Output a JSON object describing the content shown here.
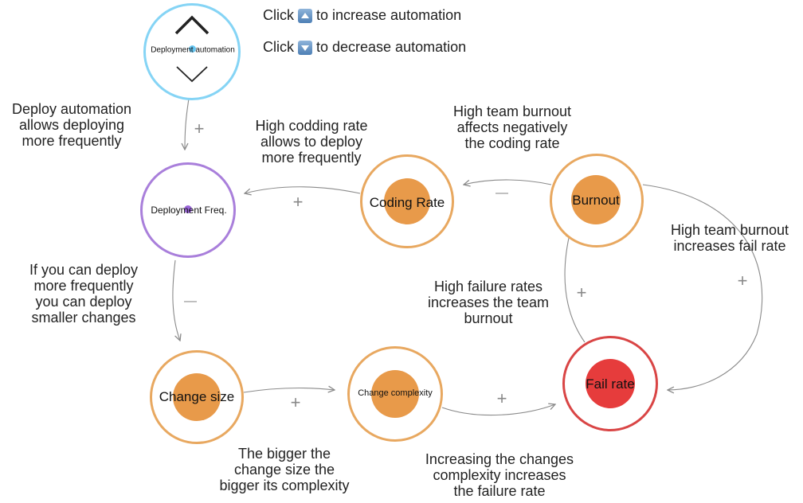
{
  "controls": {
    "increase_prefix": "Click",
    "increase_suffix": "to increase automation",
    "decrease_prefix": "Click",
    "decrease_suffix": "to decrease automation",
    "up_icon": "arrow-up-key-icon",
    "down_icon": "arrow-down-key-icon"
  },
  "nodes": {
    "automation": {
      "label": "Deployment automation",
      "color": "#85d4f5",
      "dot": "#66c6f2"
    },
    "deploy_freq": {
      "label": "Deployment Freq.",
      "color": "#a97fdb",
      "dot": "#9a66d9"
    },
    "coding_rate": {
      "label": "Coding Rate",
      "color": "#e8a860",
      "core": "#e89a4a"
    },
    "burnout": {
      "label": "Burnout",
      "color": "#e8a860",
      "core": "#e89a4a"
    },
    "change_size": {
      "label": "Change size",
      "color": "#e8a860",
      "core": "#e89a4a"
    },
    "change_complexity": {
      "label": "Change complexity",
      "color": "#e8a860",
      "core": "#e89a4a"
    },
    "fail_rate": {
      "label": "Fail rate",
      "color": "#d94545",
      "core": "#e63c3c"
    }
  },
  "notes": {
    "automation_freq": [
      "Deploy automation",
      "allows deploying",
      "more frequently"
    ],
    "coding_freq": [
      "High codding rate",
      "allows to deploy",
      "more frequently"
    ],
    "burnout_coding": [
      "High team burnout",
      "affects negatively",
      "the coding rate"
    ],
    "burnout_fail": [
      "High team burnout",
      "increases fail rate"
    ],
    "freq_size": [
      "If you can deploy",
      "more frequently",
      "you can deploy",
      "smaller changes"
    ],
    "fail_burnout": [
      "High failure rates",
      "increases the team",
      "burnout"
    ],
    "size_complexity": [
      "The bigger the",
      "change size the",
      "bigger its complexity"
    ],
    "complexity_fail": [
      "Increasing the changes",
      "complexity increases",
      "the failure rate"
    ]
  },
  "signs": {
    "automation_freq": "+",
    "coding_freq": "+",
    "burnout_coding": "—",
    "burnout_fail": "+",
    "freq_size": "—",
    "fail_burnout": "+",
    "size_complexity": "+",
    "complexity_fail": "+"
  },
  "colors": {
    "edge": "#8a8a8a",
    "sign": "#888888"
  }
}
